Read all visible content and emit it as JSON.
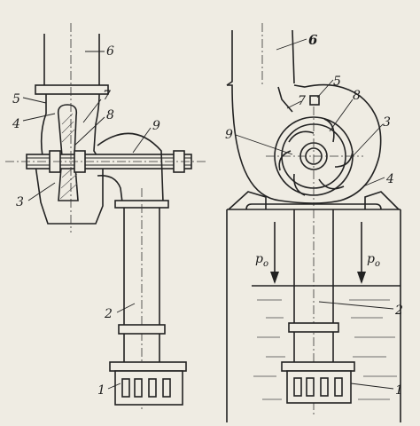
{
  "figure": {
    "left_view": {
      "labels": {
        "n1": "1",
        "n2": "2",
        "n3": "3",
        "n4": "4",
        "n5": "5",
        "n6": "6",
        "n7": "7",
        "n8": "8",
        "n9": "9"
      }
    },
    "right_view": {
      "labels": {
        "n1": "1",
        "n2": "2",
        "n3": "3",
        "n4": "4",
        "n5": "5",
        "n6": "6",
        "n7": "7",
        "n8": "8",
        "n9": "9"
      },
      "pressure_left": "p",
      "pressure_left_sub": "o",
      "pressure_right": "p",
      "pressure_right_sub": "o"
    }
  }
}
